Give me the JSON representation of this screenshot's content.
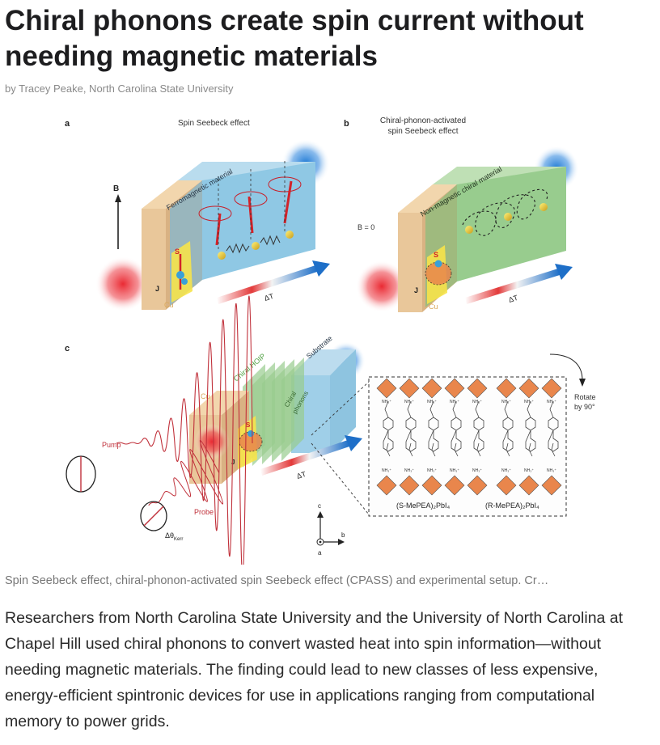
{
  "article": {
    "title": "Chiral phonons create spin current without needing magnetic materials",
    "byline": "by Tracey Peake, North Carolina State University",
    "caption": "Spin Seebeck effect, chiral-phonon-activated spin Seebeck effect (CPASS) and experimental setup. Cr…",
    "body": "Researchers from North Carolina State University and the University of North Carolina at Chapel Hill used chiral phonons to convert wasted heat into spin information—without needing magnetic materials. The finding could lead to new classes of less expensive, energy-efficient spintronic devices for use in applications ranging from computational memory to power grids."
  },
  "figure": {
    "panel_a": {
      "letter": "a",
      "title": "Spin Seebeck effect",
      "material": "Ferromagnetic material",
      "field": "B",
      "s_label": "S",
      "js_label": "J",
      "cu_label": "Cu",
      "dt_label": "ΔT"
    },
    "panel_b": {
      "letter": "b",
      "title_line1": "Chiral-phonon-activated",
      "title_line2": "spin Seebeck effect",
      "material": "Non-magnetic chiral material",
      "field": "B = 0",
      "s_label": "S",
      "js_label": "J",
      "cu_label": "Cu",
      "dt_label": "ΔT"
    },
    "panel_c": {
      "letter": "c",
      "cu_label": "Cu",
      "hoip_label": "Chiral HOIP",
      "substrate_label": "Substrate",
      "phonon_line1": "Chiral",
      "phonon_line2": "phonons",
      "pump_label": "Pump",
      "probe_label": "Probe",
      "kerr_label": "Δθ",
      "kerr_sub": "Kerr",
      "dt_label": "ΔT",
      "js_label": "J",
      "s_label": "S",
      "rotate_line1": "Rotate",
      "rotate_line2": "by 90°",
      "nh3_label": "NH₃⁺",
      "s_mepea": "(S-MePEA)₂PbI₄",
      "r_mepea": "(R-MePEA)₂PbI₄",
      "axis_c": "c",
      "axis_b": "b",
      "axis_a": "a"
    },
    "colors": {
      "cu": "#e9c79a",
      "ferro": "#8fc8e4",
      "chiral": "#98cc8e",
      "substrate": "#8ec4e0",
      "hot": "#ea2a33",
      "cold": "#1f7ad4",
      "octahedron": "#e9864c",
      "arrow_red": "#d2232a",
      "pump_wave": "#c0303a"
    }
  }
}
